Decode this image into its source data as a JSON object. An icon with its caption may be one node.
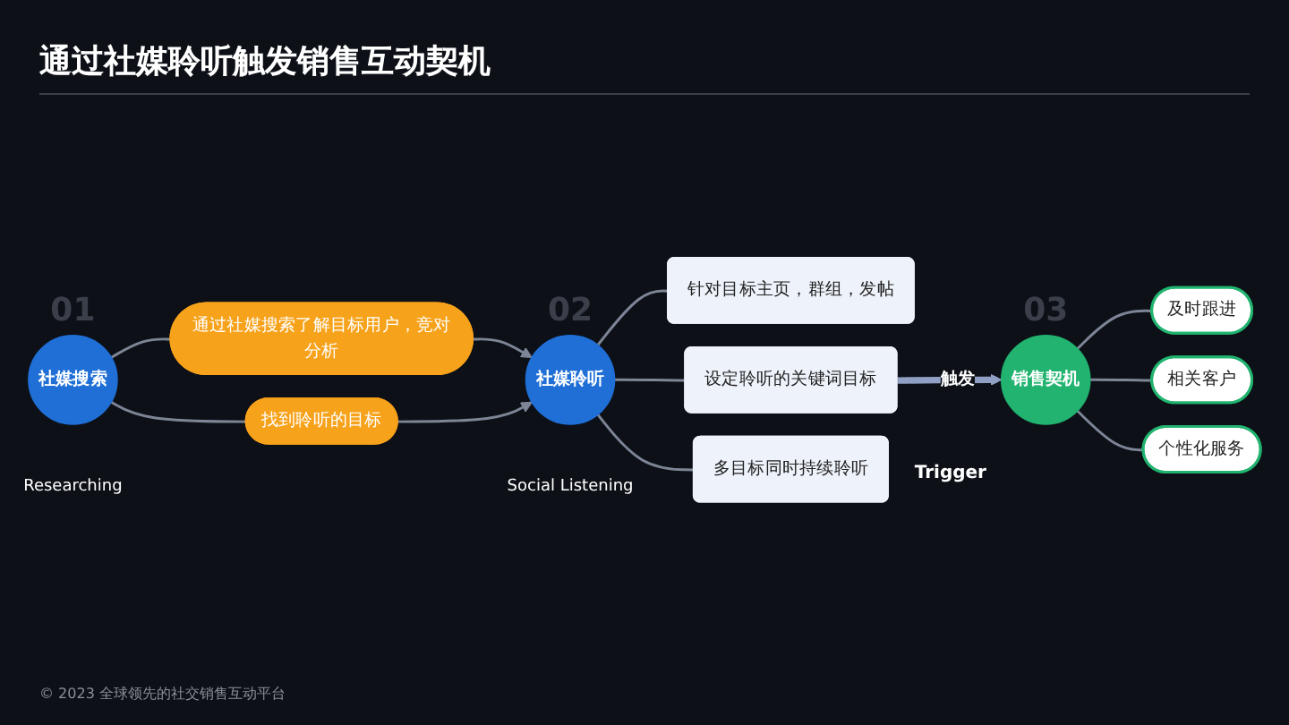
{
  "diagram": {
    "title": "通过社媒聆听触发销售互动契机",
    "caption": "© 2023 全球领先的社交销售互动平台",
    "nodes": [
      {
        "text": [
          "社媒搜索"
        ],
        "beside": [
          "01",
          "Researching"
        ]
      },
      {
        "text": [
          "通过社媒搜索了解目标用户，竞对分析"
        ]
      },
      {
        "text": [
          "找到聆听的目标"
        ]
      },
      {
        "text": [
          "社媒聆听"
        ],
        "beside": [
          "02",
          "Social Listening"
        ]
      },
      {
        "text": [
          "针对目标主页，群组，发帖"
        ]
      },
      {
        "text": [
          "设定聆听的关键词目标"
        ]
      },
      {
        "text": [
          "多目标同时持续聆听"
        ]
      },
      {
        "text": [
          "销售契机"
        ],
        "beside": [
          "03"
        ]
      },
      {
        "text": [
          "及时跟进"
        ]
      },
      {
        "text": [
          "相关客户"
        ]
      },
      {
        "text": [
          "个性化服务"
        ]
      }
    ],
    "edges": [
      {
        "from": 0,
        "to": 1,
        "arrow": "none"
      },
      {
        "from": 0,
        "to": 2,
        "arrow": "none"
      },
      {
        "from": 1,
        "to": 3,
        "arrow": "to"
      },
      {
        "from": 2,
        "to": 3,
        "arrow": "to"
      },
      {
        "from": 3,
        "to": 4,
        "arrow": "none"
      },
      {
        "from": 3,
        "to": 5,
        "arrow": "none"
      },
      {
        "from": 3,
        "to": 6,
        "arrow": "none"
      },
      {
        "from": 5,
        "to": 7,
        "label": "触发",
        "arrow": "to",
        "style": "thick"
      },
      {
        "from": 7,
        "to": 8,
        "arrow": "none"
      },
      {
        "from": 7,
        "to": 9,
        "arrow": "none"
      },
      {
        "from": 7,
        "to": 10,
        "arrow": "none"
      }
    ],
    "labels": [
      "Trigger"
    ]
  }
}
